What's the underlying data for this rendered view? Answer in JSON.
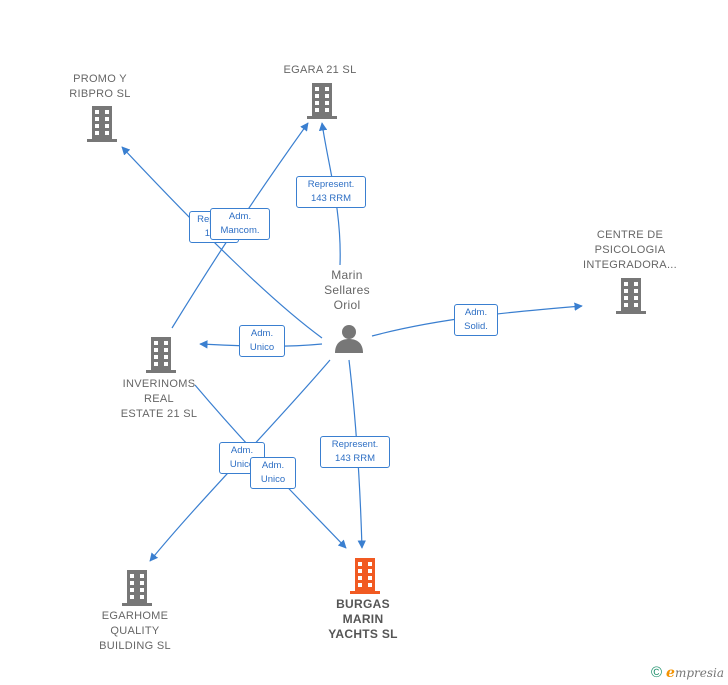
{
  "nodes": {
    "promo": {
      "lines": [
        "PROMO Y",
        "RIBPRO  SL"
      ],
      "icon": "building-icon",
      "color": "#777777"
    },
    "egara": {
      "lines": [
        "EGARA 21  SL"
      ],
      "icon": "building-icon",
      "color": "#777777"
    },
    "centre": {
      "lines": [
        "CENTRE DE",
        "PSICOLOGIA",
        "INTEGRADORA..."
      ],
      "icon": "building-icon",
      "color": "#777777"
    },
    "inverinoms": {
      "lines": [
        "INVERINOMS",
        "REAL",
        "ESTATE 21  SL"
      ],
      "icon": "building-icon",
      "color": "#777777"
    },
    "egarhome": {
      "lines": [
        "EGARHOME",
        "QUALITY",
        "BUILDING  SL"
      ],
      "icon": "building-icon",
      "color": "#777777"
    },
    "burgas": {
      "lines": [
        "BURGAS",
        "MARIN",
        "YACHTS  SL"
      ],
      "icon": "building-icon",
      "color": "#f15a22"
    },
    "person": {
      "lines": [
        "Marin",
        "Sellares",
        "Oriol"
      ],
      "icon": "person-icon",
      "color": "#777777"
    }
  },
  "edge_labels": [
    {
      "id": "e1",
      "lines": [
        "Repre...",
        "14..."
      ]
    },
    {
      "id": "e2",
      "lines": [
        "Adm.",
        "Mancom."
      ]
    },
    {
      "id": "e3",
      "lines": [
        "Represent.",
        "143 RRM"
      ]
    },
    {
      "id": "e4",
      "lines": [
        "Adm.",
        "Solid."
      ]
    },
    {
      "id": "e5",
      "lines": [
        "Adm.",
        "Unico"
      ]
    },
    {
      "id": "e6",
      "lines": [
        "Represent.",
        "143 RRM"
      ]
    },
    {
      "id": "e7",
      "lines": [
        "Adm.",
        "Unico"
      ]
    },
    {
      "id": "e8",
      "lines": [
        "Adm.",
        "Unico"
      ]
    }
  ],
  "colors": {
    "edge": "#3a7fd0",
    "building": "#777777",
    "highlight": "#f15a22"
  },
  "footer": {
    "copyright_symbol": "©",
    "brand_initial": "e",
    "brand_rest": "mpresia"
  }
}
